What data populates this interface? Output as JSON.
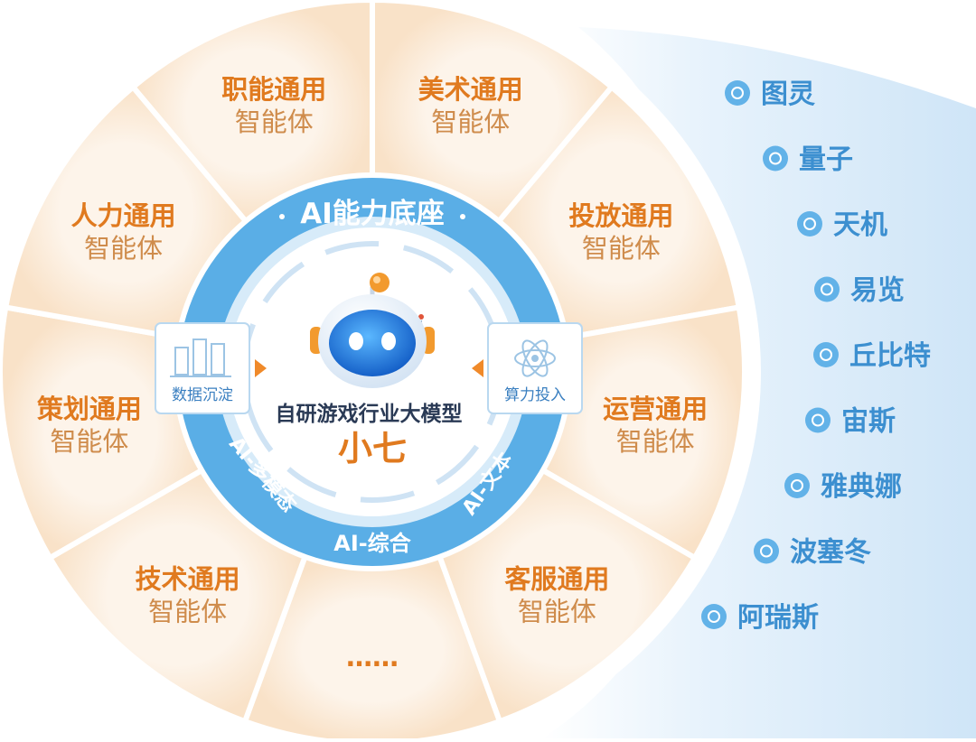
{
  "segments": [
    {
      "line1": "职能通用",
      "line2": "智能体"
    },
    {
      "line1": "美术通用",
      "line2": "智能体"
    },
    {
      "line1": "投放通用",
      "line2": "智能体"
    },
    {
      "line1": "运营通用",
      "line2": "智能体"
    },
    {
      "line1": "客服通用",
      "line2": "智能体"
    },
    {
      "line1": "……",
      "line2": ""
    },
    {
      "line1": "技术通用",
      "line2": "智能体"
    },
    {
      "line1": "策划通用",
      "line2": "智能体"
    },
    {
      "line1": "人力通用",
      "line2": "智能体"
    }
  ],
  "ring": {
    "top_label": "AI能力底座",
    "left_label": "AI-多模态",
    "bottom_label": "AI-综合",
    "right_label": "AI-文本"
  },
  "center": {
    "subtitle": "自研游戏行业大模型",
    "name": "小七"
  },
  "side_boxes": {
    "left": "数据沉淀",
    "right": "算力投入"
  },
  "products": [
    {
      "name": "图灵",
      "icon": "palette-icon"
    },
    {
      "name": "量子",
      "icon": "cube-icon"
    },
    {
      "name": "天机",
      "icon": "refresh-icon"
    },
    {
      "name": "易览",
      "icon": "bell-icon"
    },
    {
      "name": "丘比特",
      "icon": "share-icon"
    },
    {
      "name": "宙斯",
      "icon": "gamepad-icon"
    },
    {
      "name": "雅典娜",
      "icon": "chat-icon"
    },
    {
      "name": "波塞冬",
      "icon": "gauge-icon"
    },
    {
      "name": "阿瑞斯",
      "icon": "user-icon"
    }
  ],
  "colors": {
    "orange_text": "#e07a1f",
    "segment_fill": "#fbe9d6",
    "ring_blue": "#5aaee6",
    "product_blue": "#3c8fd0"
  }
}
